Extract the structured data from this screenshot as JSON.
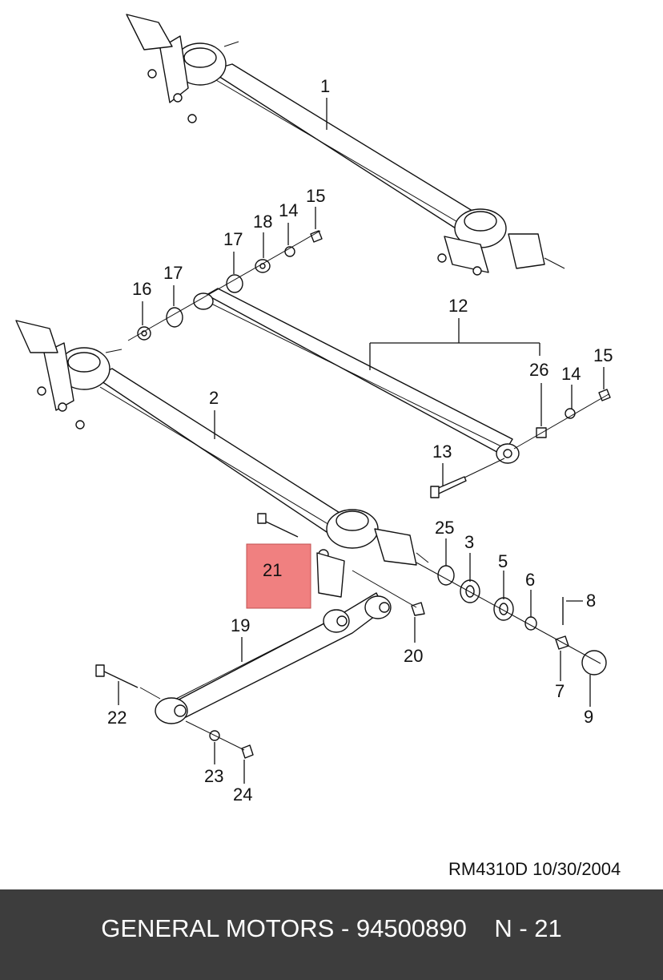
{
  "diagram": {
    "highlight_color": "#f08080",
    "callouts": {
      "c1": "1",
      "c2": "2",
      "c3": "3",
      "c5": "5",
      "c6": "6",
      "c7": "7",
      "c8": "8",
      "c9": "9",
      "c12": "12",
      "c13": "13",
      "c14a": "14",
      "c14b": "14",
      "c15a": "15",
      "c15b": "15",
      "c16": "16",
      "c17a": "17",
      "c17b": "17",
      "c18": "18",
      "c19": "19",
      "c20": "20",
      "c21": "21",
      "c22": "22",
      "c23": "23",
      "c24": "24",
      "c25": "25",
      "c26": "26"
    }
  },
  "drawing_ref": "RM4310D  10/30/2004",
  "footer": {
    "brand": "GENERAL MOTORS",
    "separator": " - ",
    "part_number": "94500890",
    "position": "N - 21"
  }
}
